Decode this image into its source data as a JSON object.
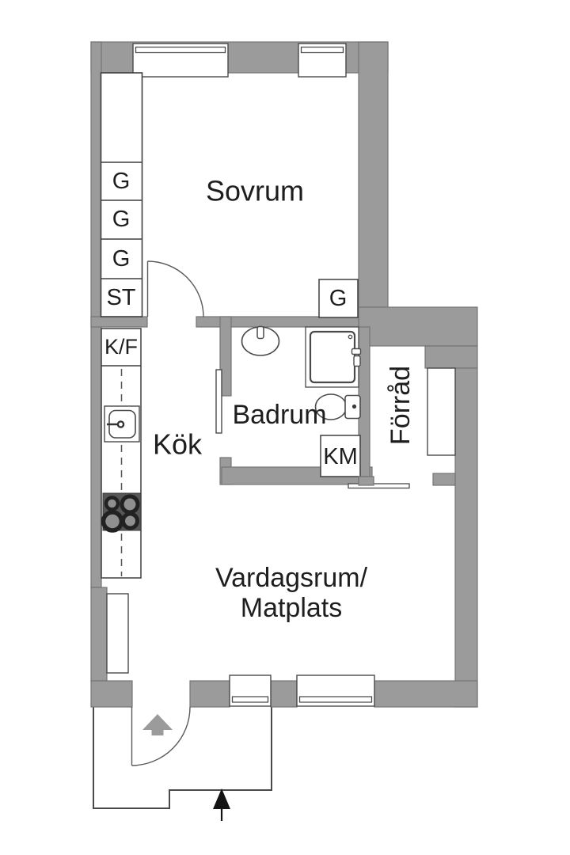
{
  "meta": {
    "type": "apartment-floor-plan",
    "language": "sv"
  },
  "palette": {
    "wall_gray": "#9b9b9b",
    "outline_dark": "#4a4a4a",
    "text_color": "#1e1e1e",
    "stove_dark": "#575757",
    "burner_ring": "#222222",
    "entry_arrow_black": "#141414"
  },
  "rooms": {
    "bedroom": "Sovrum",
    "bathroom": "Badrum",
    "kitchen": "Kök",
    "storage": "Förråd",
    "living_line1": "Vardagsrum/",
    "living_line2": "Matplats"
  },
  "fixtures": {
    "closet_cells": [
      "G",
      "G",
      "G",
      "ST"
    ],
    "bedroom_closet": "G",
    "fridge_freezer": "K/F",
    "washing_machine": "KM"
  }
}
